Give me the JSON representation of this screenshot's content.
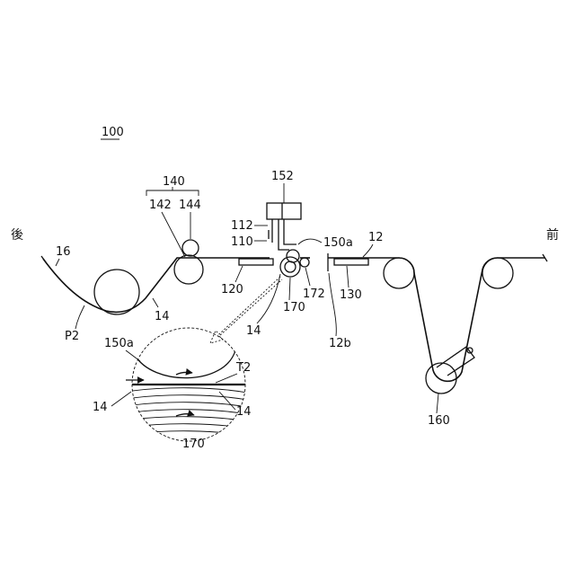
{
  "labels": {
    "figure_ref": "100",
    "rear": "後",
    "front": "前",
    "l16": "16",
    "p2": "P2",
    "l14_left": "14",
    "l140": "140",
    "l142": "142",
    "l144": "144",
    "l152": "152",
    "l112": "112",
    "l110": "110",
    "l150a": "150a",
    "l12": "12",
    "l120": "120",
    "l172": "172",
    "l130": "130",
    "l170": "170",
    "l14_mid": "14",
    "l12b": "12b",
    "l160": "160",
    "d150a": "150a",
    "dt2": "T2",
    "d14_left": "14",
    "d14_right": "14",
    "d170": "170"
  }
}
